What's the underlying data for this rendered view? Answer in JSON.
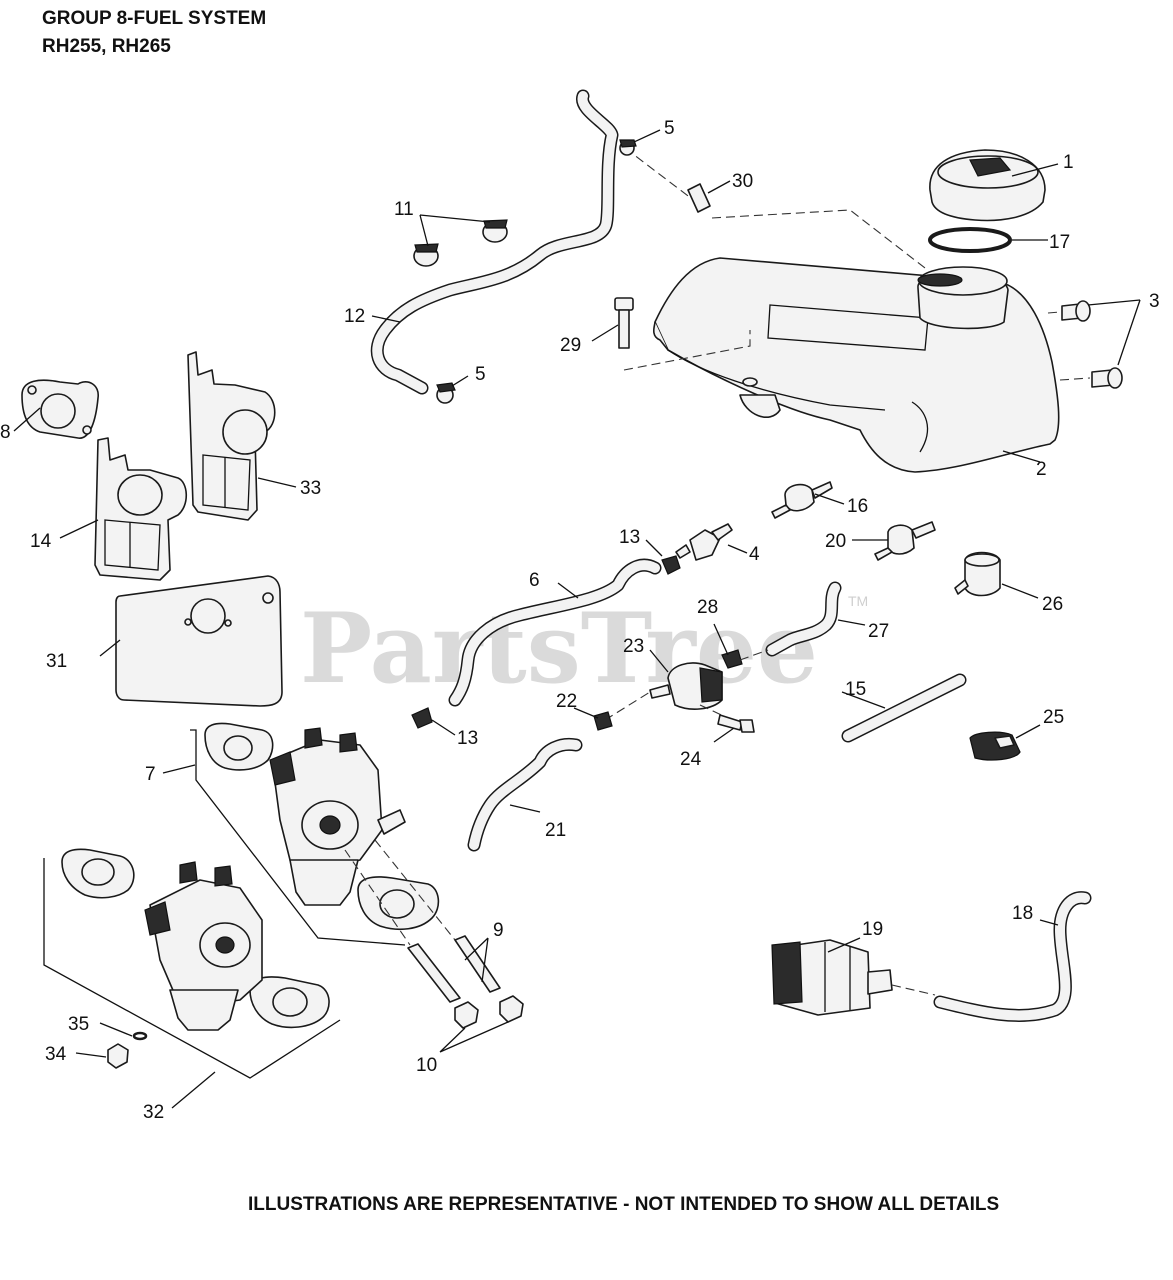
{
  "header": {
    "line1": "GROUP 8-FUEL SYSTEM",
    "line2": "RH255, RH265"
  },
  "watermark": {
    "text": "PartsTree",
    "tm": "TM"
  },
  "footer": {
    "note": "ILLUSTRATIONS ARE REPRESENTATIVE - NOT INTENDED TO SHOW ALL DETAILS"
  },
  "callouts": {
    "c1": "1",
    "c2": "2",
    "c3": "3",
    "c4": "4",
    "c5a": "5",
    "c5b": "5",
    "c6": "6",
    "c7": "7",
    "c8": "8",
    "c9": "9",
    "c10": "10",
    "c11": "11",
    "c12": "12",
    "c13a": "13",
    "c13b": "13",
    "c14": "14",
    "c15": "15",
    "c16": "16",
    "c17": "17",
    "c18": "18",
    "c19": "19",
    "c20": "20",
    "c21": "21",
    "c22": "22",
    "c23": "23",
    "c24": "24",
    "c25": "25",
    "c26": "26",
    "c27": "27",
    "c28": "28",
    "c29": "29",
    "c30": "30",
    "c31": "31",
    "c32": "32",
    "c33": "33",
    "c34": "34",
    "c35": "35"
  }
}
